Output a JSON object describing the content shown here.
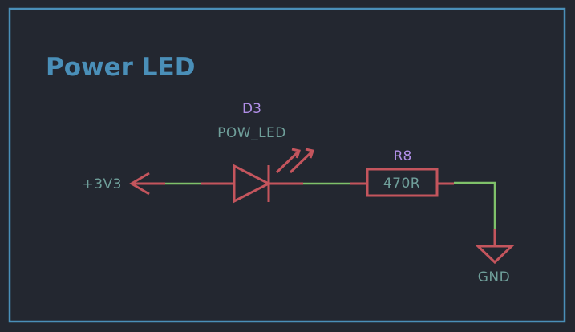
{
  "sheet": {
    "title": "Power LED"
  },
  "components": {
    "led": {
      "reference": "D3",
      "value": "POW_LED"
    },
    "resistor": {
      "reference": "R8",
      "value": "470R"
    }
  },
  "nets": {
    "power": "+3V3",
    "ground": "GND"
  },
  "colors": {
    "background": "#232730",
    "frame": "#4a8fb8",
    "symbol": "#c4555d",
    "wire": "#7fc16a",
    "reference_text": "#b18fe8",
    "value_text": "#6f9f9a"
  }
}
